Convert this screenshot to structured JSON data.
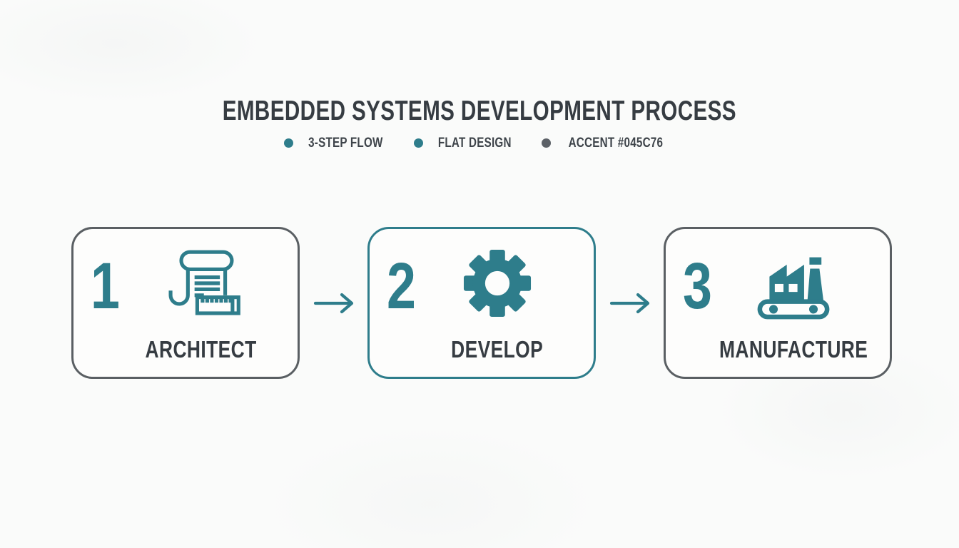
{
  "header": {
    "title": "EMBEDDED SYSTEMS DEVELOPMENT PROCESS",
    "badges": [
      {
        "label": "3-STEP FLOW",
        "dot_color": "#2E7D8B"
      },
      {
        "label": "FLAT DESIGN",
        "dot_color": "#2E7D8B"
      },
      {
        "label": "ACCENT #045C76",
        "dot_color": "#5C6167"
      }
    ]
  },
  "steps": [
    {
      "number": "1",
      "label": "ARCHITECT",
      "icon": "blueprint-scroll-icon",
      "highlighted": false
    },
    {
      "number": "2",
      "label": "DEVELOP",
      "icon": "gear-icon",
      "highlighted": true
    },
    {
      "number": "3",
      "label": "MANUFACTURE",
      "icon": "factory-conveyor-icon",
      "highlighted": false
    }
  ],
  "connector_icon": "arrow-right-icon",
  "colors": {
    "accent": "#2E7D8B",
    "card_border": "#5A5F63",
    "text": "#363C42",
    "background": "#FAFBFA"
  }
}
